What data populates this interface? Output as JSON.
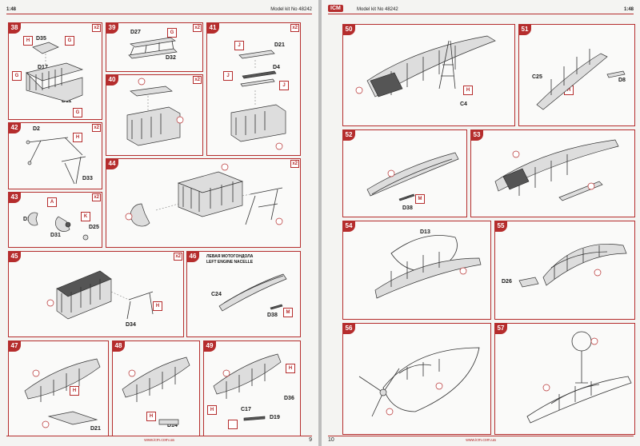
{
  "left_page": {
    "scale": "1:48",
    "kit_label": "Model kit No 48242",
    "page_number": "9",
    "footer_url": "www.icm.com.ua"
  },
  "right_page": {
    "scale": "1:48",
    "logo": "ICM",
    "kit_label": "Model kit No 48242",
    "page_number": "10",
    "footer_url": "www.icm.com.ua"
  },
  "steps": {
    "s38": {
      "num": "38",
      "qty": "x2",
      "parts": [
        "D35",
        "D17",
        "D11"
      ],
      "tags": [
        "H",
        "G",
        "G",
        "G"
      ]
    },
    "s39": {
      "num": "39",
      "qty": "x2",
      "parts": [
        "D27",
        "D32"
      ],
      "tags": [
        "G"
      ]
    },
    "s40": {
      "num": "40",
      "qty": "x2"
    },
    "s41": {
      "num": "41",
      "qty": "x2",
      "parts": [
        "D21",
        "D4"
      ],
      "tags": [
        "J",
        "J",
        "J"
      ]
    },
    "s42": {
      "num": "42",
      "qty": "x2",
      "parts": [
        "D2",
        "D33"
      ],
      "tags": [
        "H"
      ]
    },
    "s43": {
      "num": "43",
      "qty": "x2",
      "parts": [
        "D1",
        "D31",
        "D25"
      ],
      "tags": [
        "A",
        "K"
      ]
    },
    "s44": {
      "num": "44",
      "qty": "x2"
    },
    "s45": {
      "num": "45",
      "qty": "x2",
      "parts": [
        "D34"
      ],
      "tags": [
        "H"
      ]
    },
    "s46": {
      "num": "46",
      "note1": "ЛЕВАЯ МОТОГОНДОЛА",
      "note2": "LEFT ENGINE NACELLE",
      "parts": [
        "C24",
        "D38"
      ],
      "tags": [
        "M"
      ]
    },
    "s47": {
      "num": "47",
      "parts": [
        "D21"
      ],
      "tags": [
        "H"
      ]
    },
    "s48": {
      "num": "48",
      "parts": [
        "D14"
      ],
      "tags": [
        "H"
      ]
    },
    "s49": {
      "num": "49",
      "parts": [
        "D36",
        "C17",
        "D19"
      ],
      "tags": [
        "H",
        "H"
      ]
    },
    "s50": {
      "num": "50",
      "parts": [
        "C4"
      ],
      "tags": [
        "H"
      ]
    },
    "s51": {
      "num": "51",
      "parts": [
        "C25",
        "D8"
      ],
      "tags": [
        "H"
      ]
    },
    "s52": {
      "num": "52",
      "parts": [
        "D38"
      ],
      "tags": [
        "M"
      ]
    },
    "s53": {
      "num": "53"
    },
    "s54": {
      "num": "54",
      "parts": [
        "D13"
      ]
    },
    "s55": {
      "num": "55",
      "parts": [
        "D26"
      ]
    },
    "s56": {
      "num": "56"
    },
    "s57": {
      "num": "57"
    }
  }
}
